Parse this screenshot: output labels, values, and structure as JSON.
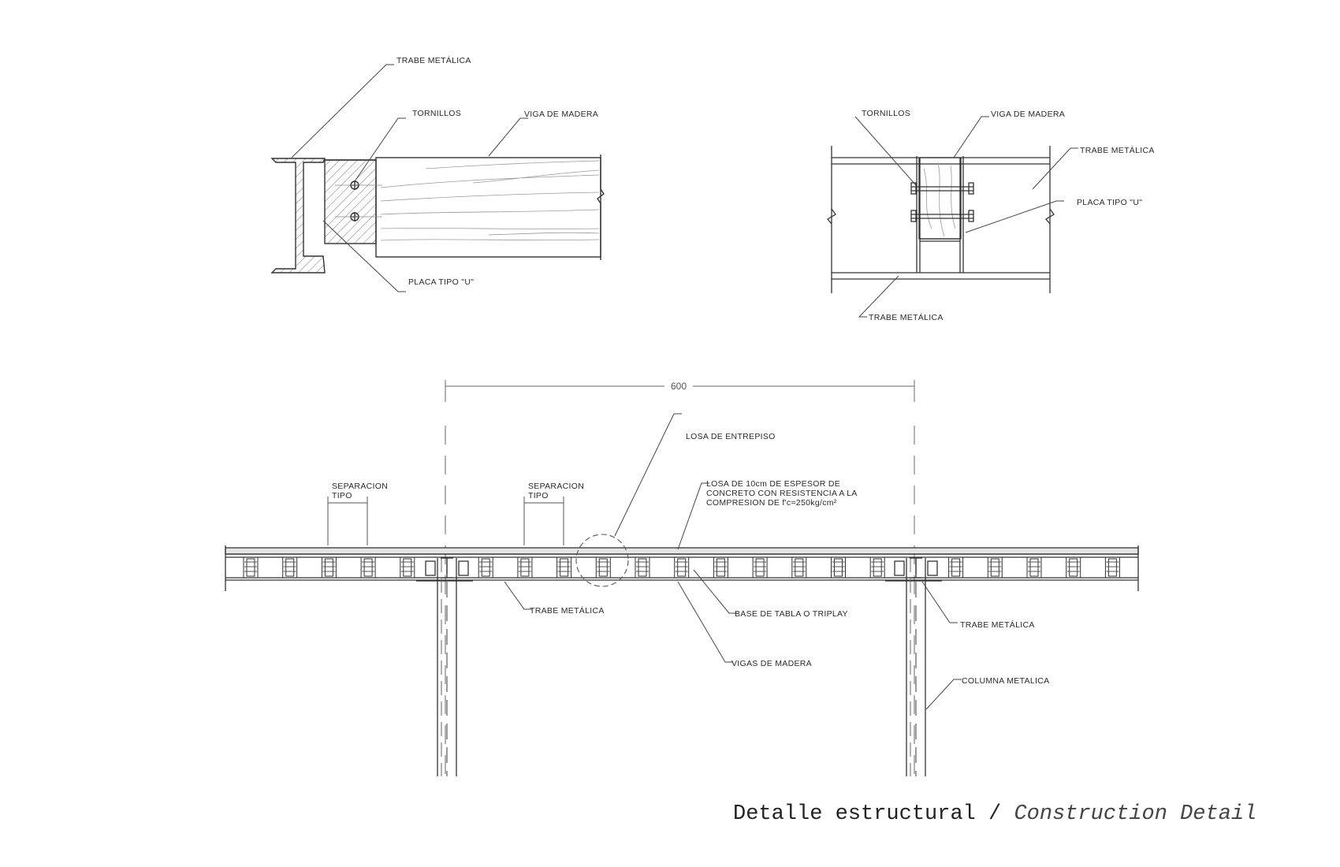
{
  "labels": {
    "trabe_metalica": "TRABE METÁLICA",
    "tornillos": "TORNILLOS",
    "viga_de_madera": "VIGA DE MADERA",
    "placa_tipo_u": "PLACA TIPO \"U\"",
    "dimension_600": "600",
    "losa_de_entrepiso": "LOSA DE ENTREPISO",
    "separacion": "SEPARACION",
    "tipo": "TIPO",
    "losa_note_line1": "LOSA DE 10cm DE ESPESOR DE",
    "losa_note_line2": "CONCRETO CON RESISTENCIA A LA",
    "losa_note_line3": "COMPRESION DE f'c=250kg/cm²",
    "base_de_tabla": "BASE DE TABLA O TRIPLAY",
    "vigas_de_madera": "VIGAS DE MADERA",
    "columna_metalica": "COLUMNA METALICA"
  },
  "caption": {
    "main": "Detalle estructural",
    "separator": " / ",
    "translation": "Construction Detail"
  },
  "colors": {
    "line": "#333333",
    "thin": "#666666",
    "hatch": "#777777",
    "background": "#ffffff"
  }
}
